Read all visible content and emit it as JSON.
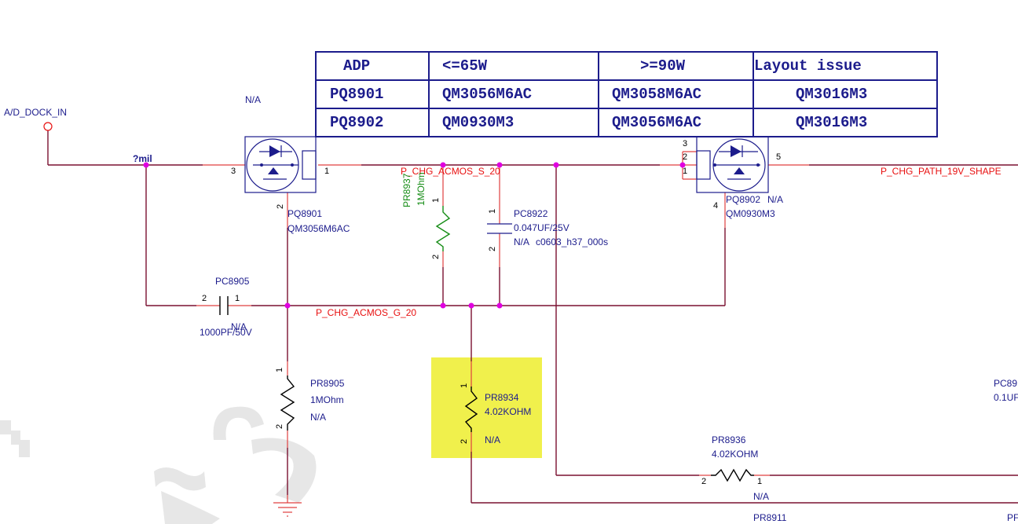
{
  "table": {
    "rows": [
      [
        "ADP",
        "<=65W",
        ">=90W",
        "Layout issue"
      ],
      [
        "PQ8901",
        "QM3056M6AC",
        "QM3058M6AC",
        "QM3016M3"
      ],
      [
        "PQ8902",
        "QM0930M3",
        "QM3056M6AC",
        "QM3016M3"
      ]
    ]
  },
  "nets": {
    "dock_in": "A/D_DOCK_IN",
    "width": "?mil",
    "acmos_s": "P_CHG_ACMOS_S_20",
    "acmos_g": "P_CHG_ACMOS_G_20",
    "path_19v": "P_CHG_PATH_19V_SHAPE"
  },
  "components": {
    "pq8901": {
      "na": "N/A",
      "ref": "PQ8901",
      "part": "QM3056M6AC",
      "pin_left": "3",
      "pin_right": "1",
      "pin_bottom": "2"
    },
    "pq8902": {
      "ref": "PQ8902",
      "na": "N/A",
      "part": "QM0930M3",
      "pin3": "3",
      "pin2": "2",
      "pin1": "1",
      "pin5": "5",
      "pin4": "4"
    },
    "pr8937": {
      "ref": "PR8937",
      "value": "1MOhm",
      "pin1": "1",
      "pin2": "2"
    },
    "pc8922": {
      "ref": "PC8922",
      "value": "0.047UF/25V",
      "na": "N/A",
      "footprint": "c0603_h37_000s",
      "pin1": "1",
      "pin2": "2"
    },
    "pc8905": {
      "ref": "PC8905",
      "value": "1000PF/50V",
      "na": "N/A",
      "pin2": "2",
      "pin1": "1"
    },
    "pr8905": {
      "ref": "PR8905",
      "value": "1MOhm",
      "na": "N/A",
      "pin1": "1",
      "pin2": "2"
    },
    "pr8934": {
      "ref": "PR8934",
      "value": "4.02KOHM",
      "na": "N/A",
      "pin1": "1",
      "pin2": "2"
    },
    "pr8936": {
      "ref": "PR8936",
      "value": "4.02KOHM",
      "na": "N/A",
      "pin2": "2",
      "pin1": "1"
    },
    "pr8911": {
      "ref": "PR8911"
    },
    "pc89_partial": {
      "ref": "PC89",
      "value": "0.1UF"
    },
    "pr_partial": {
      "ref": "PF"
    }
  },
  "colors": {
    "component_text": "#1c1c8c",
    "net_text": "#e81010",
    "wire": "#7a1030",
    "junction": "#e000e0",
    "highlight": "#f0f04c"
  }
}
